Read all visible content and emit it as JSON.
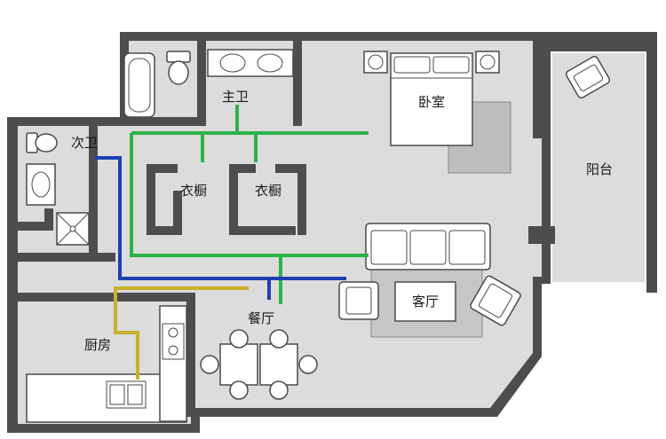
{
  "rooms": {
    "master_bath": "主卫",
    "bedroom": "卧室",
    "second_bath": "次卫",
    "closet_left": "衣橱",
    "closet_right": "衣橱",
    "balcony": "阳台",
    "living_room": "客厅",
    "dining_room": "餐厅",
    "kitchen": "厨房"
  },
  "colors": {
    "wall": "#4d4d4d",
    "floor": "#dcdcdc",
    "green_line": "#2cb34a",
    "blue_line": "#1d3fb0",
    "yellow_line": "#c9b12b"
  }
}
